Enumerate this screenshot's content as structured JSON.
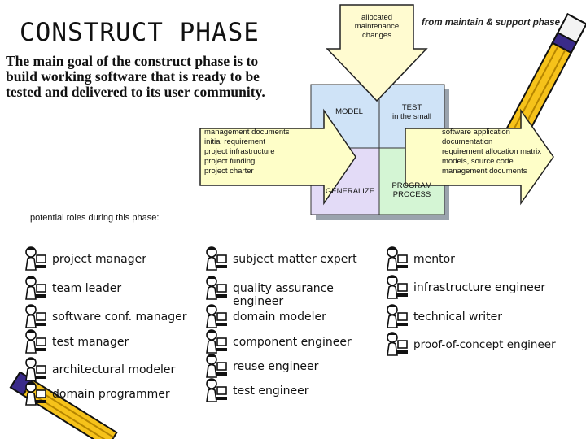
{
  "title": "CONSTRUCT PHASE",
  "goal_text": "The main goal of the construct phase is to build working software that is ready to be tested and delivered to its user community.",
  "top_note": "from maintain & support phase",
  "inputs_arrow": {
    "label_lines": [
      "allocated",
      "maintenance",
      "changes"
    ]
  },
  "quadrants": {
    "model": "MODEL",
    "test_small_lines": [
      "TEST",
      "in the small"
    ],
    "generalize": "GENERALIZE",
    "program_process_lines": [
      "PROGRAM",
      "PROCESS"
    ]
  },
  "left_arrow_lines": [
    "management documents",
    "initial requirement",
    "project infrastructure",
    "project funding",
    "project charter"
  ],
  "right_arrow_lines": [
    "software application",
    "documentation",
    "requirement allocation matrix",
    "models, source code",
    "management documents"
  ],
  "roles_heading": "potential roles during this phase:",
  "roles": {
    "col1": [
      "project manager",
      "team leader",
      "software conf. manager",
      "test manager",
      "architectural modeler",
      "domain programmer"
    ],
    "col2": [
      "subject matter expert",
      "quality assurance engineer",
      "domain modeler",
      "component engineer",
      "reuse engineer",
      "test engineer"
    ],
    "col3": [
      "mentor",
      "infrastructure engineer",
      "technical writer",
      "proof-of-concept engineer"
    ]
  },
  "icons": {
    "role": "person-at-computer-icon",
    "decoration": "pencil-icon"
  },
  "colors": {
    "arrow_fill": "#fefec8",
    "top_arrow_fill": "#fffbd0",
    "quad_top_left": "#cfe3f7",
    "quad_top_right": "#cfe3f7",
    "quad_bottom_left": "#e3dbf7",
    "quad_bottom_right": "#d4f5d4",
    "pencil_body": "#f6c21a",
    "pencil_accent": "#3a2b8a"
  }
}
